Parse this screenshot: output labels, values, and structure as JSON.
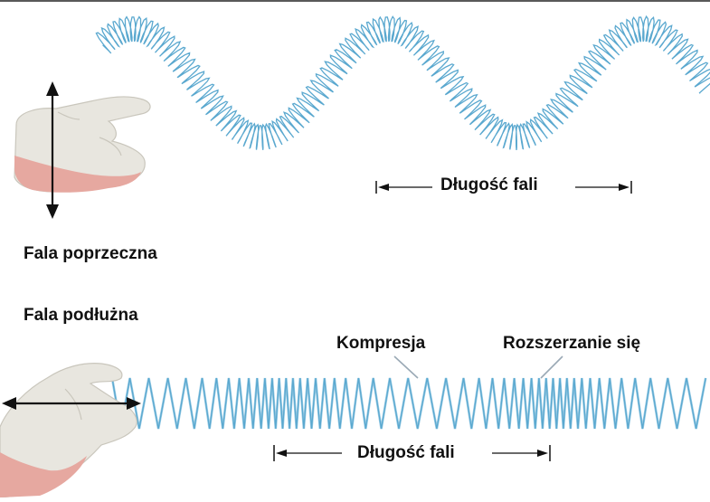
{
  "labels": {
    "transverse": "Fala poprzeczna",
    "longitudinal": "Fala podłużna",
    "compression": "Kompresja",
    "rarefaction": "Rozszerzanie się",
    "wavelength_top": "Długość fali",
    "wavelength_bottom": "Długość fali"
  },
  "colors": {
    "spring": "#5aa8cf",
    "spring_light": "#9ccde6",
    "hand_skin": "#e8e6df",
    "hand_shadow": "#e6a8a0",
    "hand_outline": "#c9c6bc",
    "arrow": "#111111",
    "pointer": "#9aa9b5"
  },
  "icons": {
    "hand_top": "hand-holding-spring-icon",
    "hand_bottom": "hand-pinching-spring-icon",
    "arrow_vertical": "vertical-double-arrow-icon",
    "arrow_horizontal": "horizontal-double-arrow-icon"
  }
}
